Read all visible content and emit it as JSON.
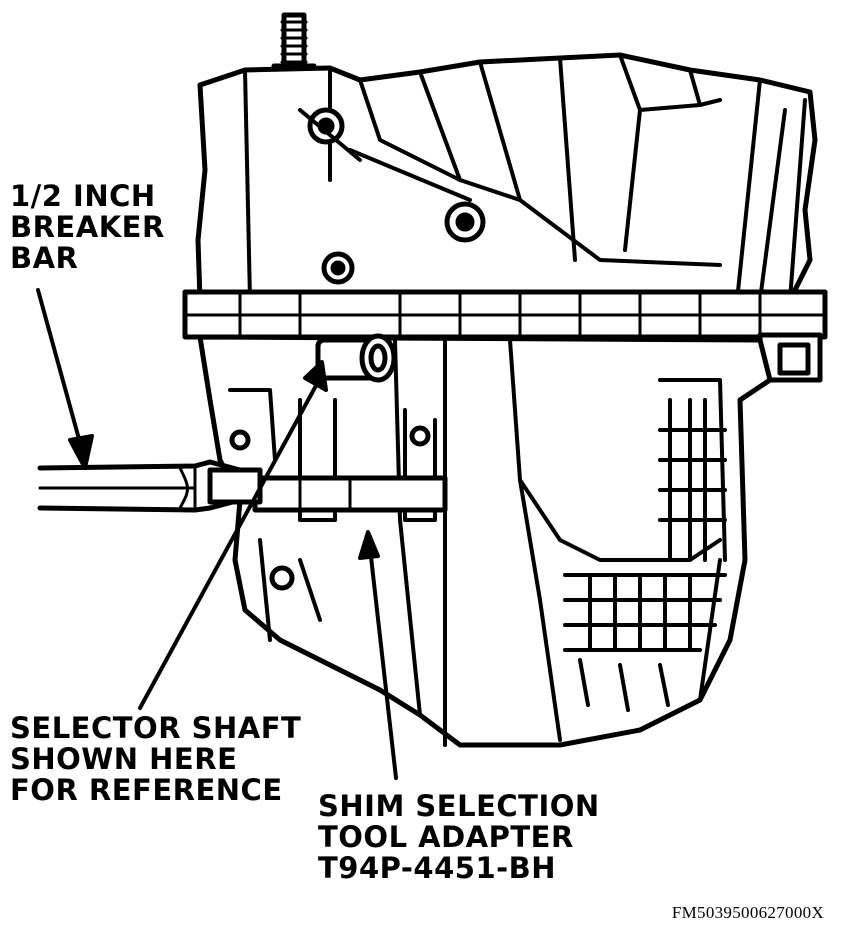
{
  "labels": {
    "breaker_bar": [
      "1/2 INCH",
      "BREAKER",
      "BAR"
    ],
    "selector_shaft": [
      "SELECTOR SHAFT",
      "SHOWN HERE",
      "FOR REFERENCE"
    ],
    "shim_tool": [
      "SHIM SELECTION",
      "TOOL ADAPTER",
      "T94P-4451-BH"
    ]
  },
  "figure_code": "FM5039500627000X"
}
